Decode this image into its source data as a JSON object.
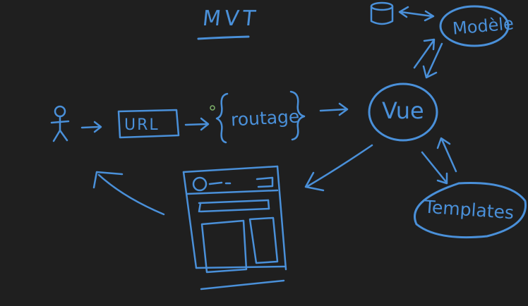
{
  "diagram": {
    "title": "MVT",
    "nodes": {
      "url": "URL",
      "routage": "routage",
      "vue": "Vue",
      "modele": "Modèle",
      "templates": "Templates"
    },
    "colors": {
      "background": "#1f1f1f",
      "ink": "#4a90d9"
    },
    "icons": [
      "user-icon",
      "database-icon",
      "browser-page-icon"
    ]
  }
}
